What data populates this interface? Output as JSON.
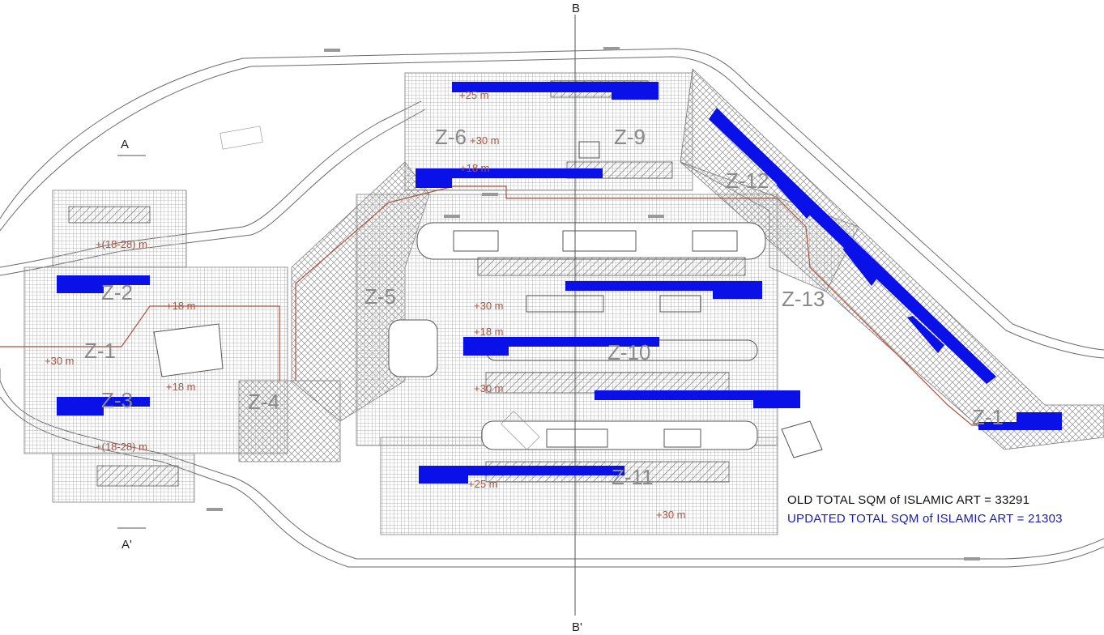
{
  "colors": {
    "islamic_art_fill": "#0a10e8",
    "grid_line": "#9a9a9a",
    "outline": "#555555",
    "height_text": "#b0513a",
    "updated_text": "#1b1bb3",
    "old_text": "#111111",
    "zone_text": "#8a8a8a"
  },
  "sections": {
    "a": "A",
    "a_prime": "A'",
    "b": "B",
    "b_prime": "B'"
  },
  "zones": {
    "z1": "Z-1",
    "z2": "Z-2",
    "z3": "Z-3",
    "z4": "Z-4",
    "z5": "Z-5",
    "z6": "Z-6",
    "z9": "Z-9",
    "z10": "Z-10",
    "z11": "Z-11",
    "z12": "Z-12",
    "z13": "Z-13",
    "z14": "Z-1"
  },
  "heights": {
    "h_top_25": "+25 m",
    "h_top_30": "+30 m",
    "h_top_18": "+18 m",
    "h_left_range_top": "+(18-28) m",
    "h_left_18_top": "+18 m",
    "h_left_30": "+30 m",
    "h_left_18_bottom": "+18 m",
    "h_left_range_bottom": "+(18-28) m",
    "h_center_30_a": "+30 m",
    "h_center_18": "+18 m",
    "h_center_30_b": "+30 m",
    "h_bottom_25": "+25 m",
    "h_bottom_30": "+30 m"
  },
  "legend": {
    "old_total": "OLD TOTAL SQM of ISLAMIC ART = 33291",
    "updated_total": "UPDATED TOTAL SQM of ISLAMIC ART = 21303"
  }
}
